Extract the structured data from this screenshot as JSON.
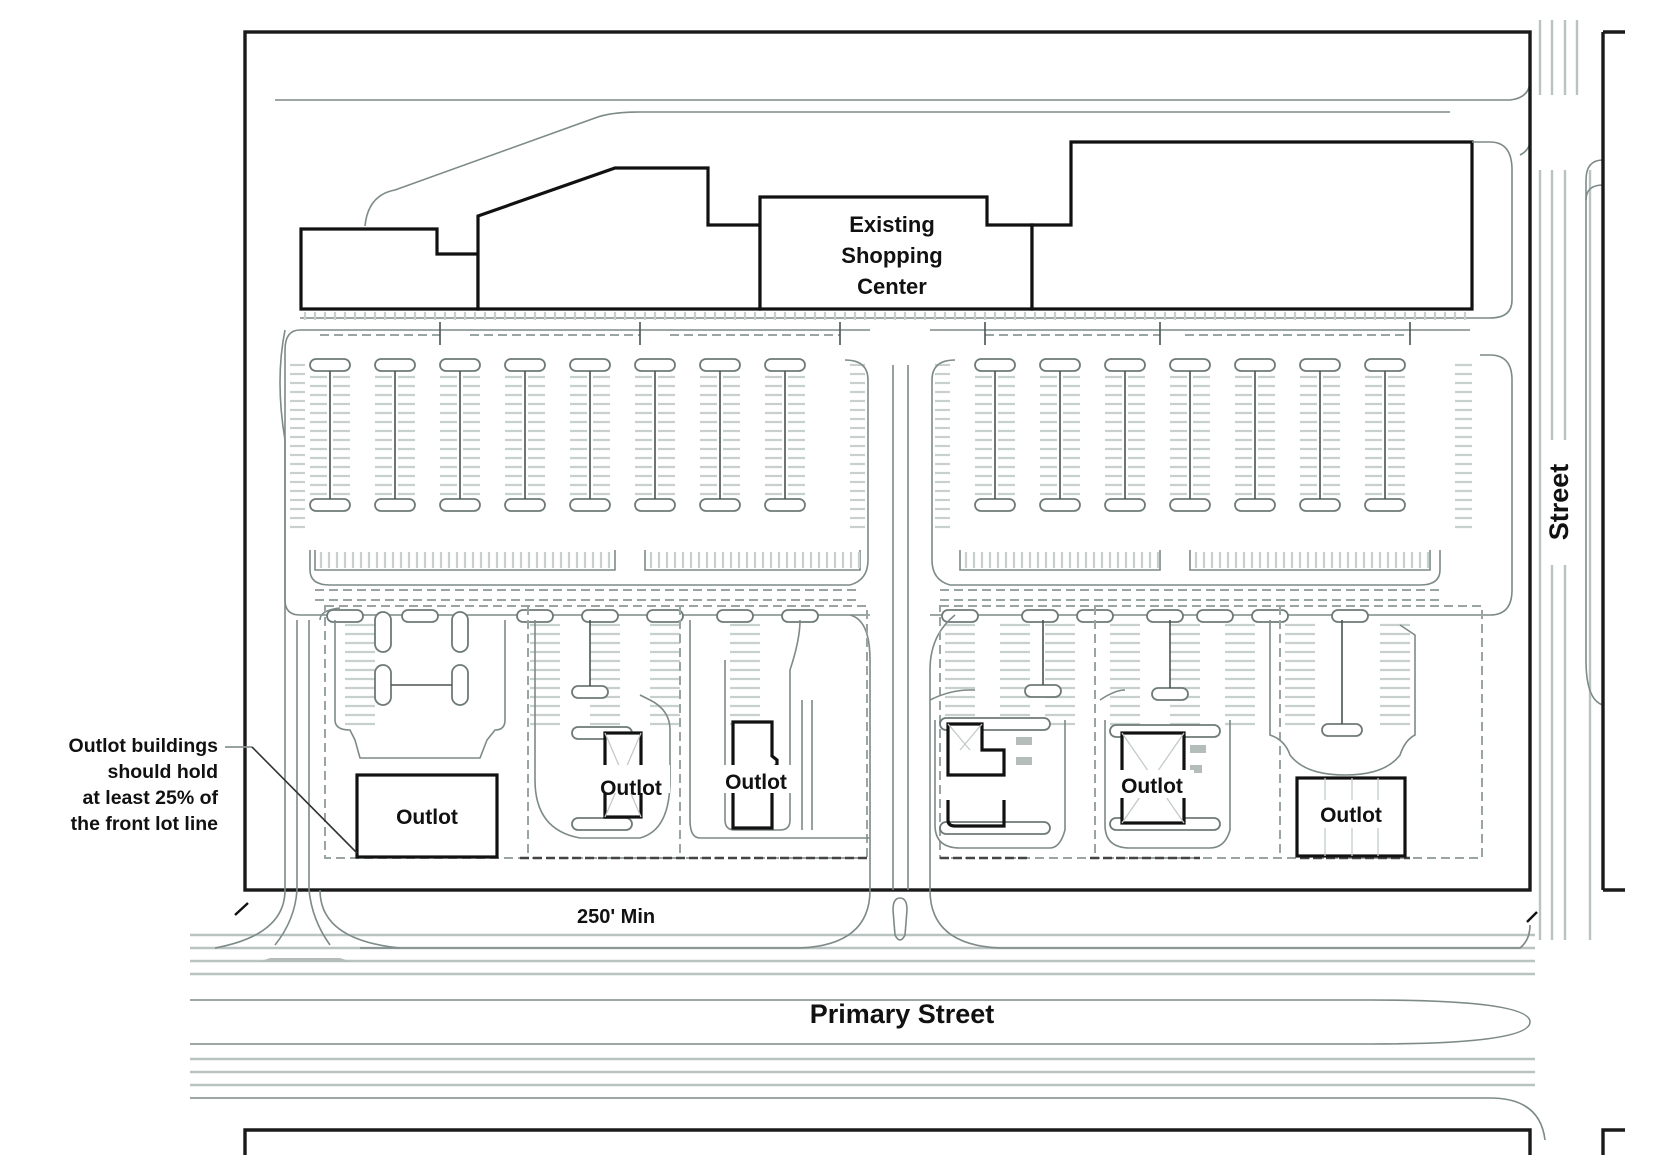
{
  "title": "Outlot site plan",
  "labels": {
    "shopping_center": [
      "Existing",
      "Shopping",
      "Center"
    ],
    "outlot": "Outlot",
    "dimension": "250' Min",
    "primary_street": "Primary Street",
    "side_street": "Street"
  },
  "callout": {
    "lines": [
      "Outlot buildings",
      "should hold",
      "at least 25% of",
      "the front lot line"
    ]
  },
  "outlots": [
    {
      "id": 1,
      "label": "Outlot"
    },
    {
      "id": 2,
      "label": "Outlot"
    },
    {
      "id": 3,
      "label": "Outlot"
    },
    {
      "id": 4,
      "label": ""
    },
    {
      "id": 5,
      "label": "Outlot"
    },
    {
      "id": 6,
      "label": "Outlot"
    }
  ],
  "requirements": {
    "min_frontage": "250' Min",
    "outlot_front_lot_line_share_percent": 25
  }
}
